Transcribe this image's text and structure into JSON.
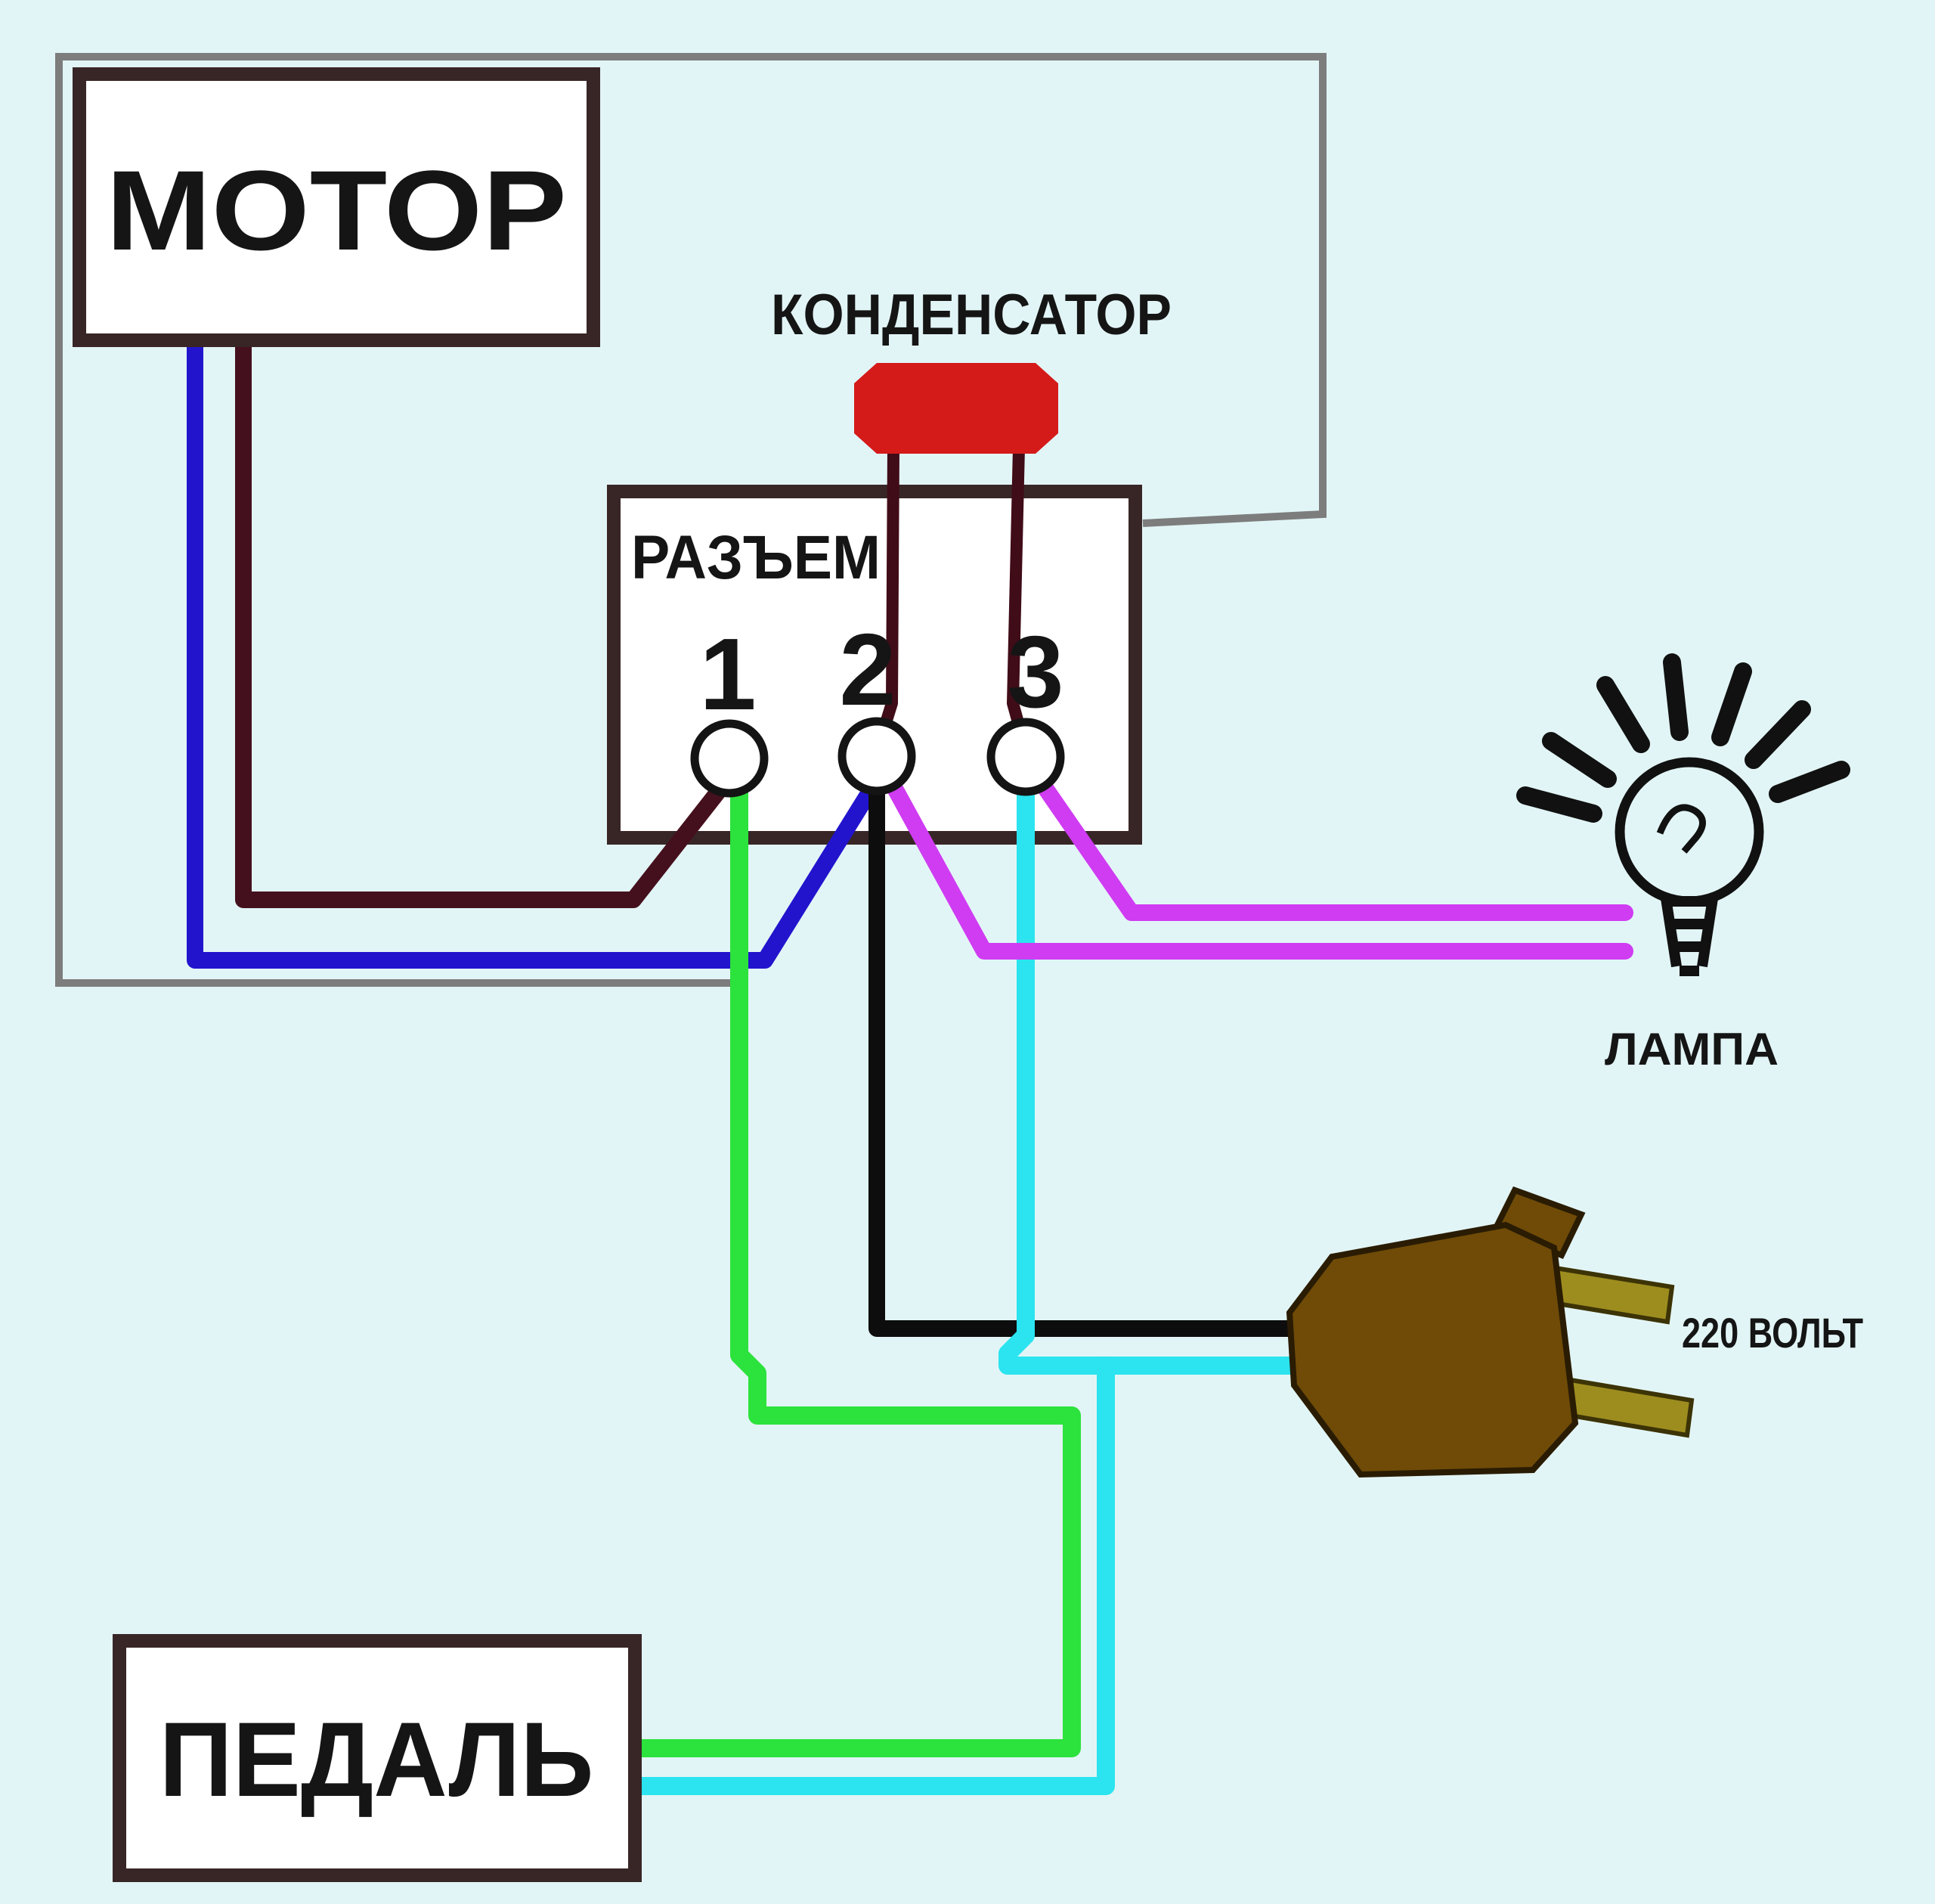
{
  "labels": {
    "motor": "МОТОР",
    "capacitor": "КОНДЕНСАТОР",
    "connector": "РАЗЪЕМ",
    "lamp": "ЛАМПА",
    "pedal": "ПЕДАЛЬ",
    "voltage": "220 ВОЛЬТ"
  },
  "terminals": [
    {
      "number": "1"
    },
    {
      "number": "2"
    },
    {
      "number": "3"
    }
  ],
  "colors": {
    "background": "#e2f5f6",
    "box_border": "#382626",
    "outline_gray": "#7d7d7d",
    "wire_blue": "#2214cd",
    "wire_dark_red": "#45101d",
    "capacitor_lead": "#400c18",
    "wire_green": "#2ce23c",
    "wire_black": "#0d0d0d",
    "wire_cyan": "#2be4ef",
    "wire_magenta": "#cf3cf2",
    "capacitor_red": "#d51a1a",
    "plug_brown": "#6f4b07",
    "plug_prong": "#9d8d1f",
    "ink": "#151515"
  },
  "wires": [
    {
      "color": "dark_red",
      "from": "МОТОР",
      "to": "РАЗЪЕМ 1"
    },
    {
      "color": "blue",
      "from": "МОТОР",
      "to": "РАЗЪЕМ 2"
    },
    {
      "color": "dark_red",
      "from": "КОНДЕНСАТОР",
      "to": "РАЗЪЕМ 2"
    },
    {
      "color": "dark_red",
      "from": "КОНДЕНСАТОР",
      "to": "РАЗЪЕМ 3"
    },
    {
      "color": "green",
      "from": "РАЗЪЕМ 1",
      "to": "ПЕДАЛЬ"
    },
    {
      "color": "black",
      "from": "РАЗЪЕМ 2",
      "to": "220 ВОЛЬТ"
    },
    {
      "color": "cyan",
      "from": "РАЗЪЕМ 3",
      "to": "220 ВОЛЬТ"
    },
    {
      "color": "cyan",
      "from": "РАЗЪЕМ 3",
      "to": "ПЕДАЛЬ"
    },
    {
      "color": "magenta",
      "from": "РАЗЪЕМ 2",
      "to": "ЛАМПА"
    },
    {
      "color": "magenta",
      "from": "РАЗЪЕМ 3",
      "to": "ЛАМПА"
    }
  ]
}
